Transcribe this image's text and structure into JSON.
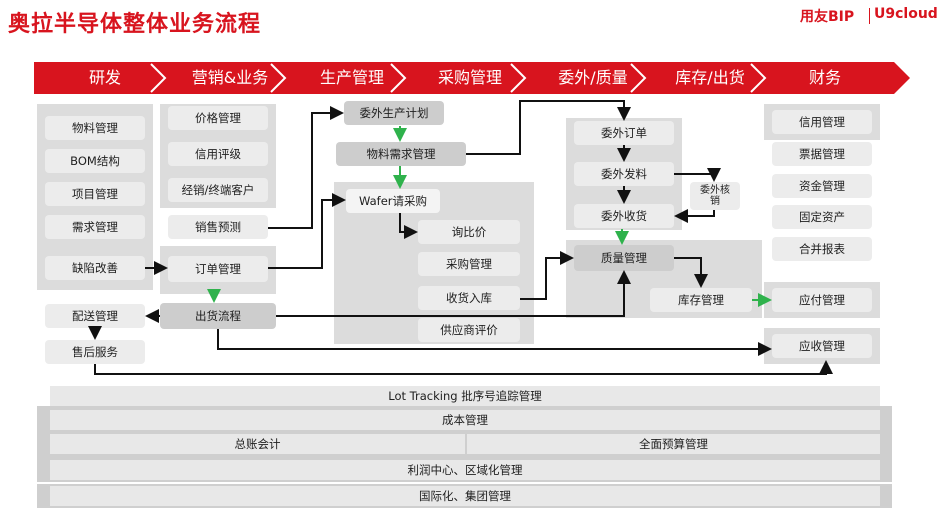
{
  "title": "奥拉半导体整体业务流程",
  "logo": {
    "left": "用友BIP",
    "right": "U9cloud"
  },
  "stages": [
    "研发",
    "营销&业务",
    "生产管理",
    "采购管理",
    "委外/质量",
    "库存/出货",
    "财务"
  ],
  "rd": {
    "items": [
      "物料管理",
      "BOM结构",
      "项目管理",
      "需求管理",
      "缺陷改善"
    ],
    "delivery": "配送管理",
    "aftersales": "售后服务"
  },
  "sales": {
    "items": [
      "价格管理",
      "信用评级",
      "经销/终端客户"
    ],
    "forecast": "销售预测",
    "order": "订单管理",
    "shipment": "出货流程"
  },
  "production": {
    "outsource_plan": "委外生产计划",
    "mrp": "物料需求管理"
  },
  "purchasing": {
    "wafer_request": "Wafer请采购",
    "inquiry": "询比价",
    "purchase": "采购管理",
    "receipt": "收货入库",
    "evaluation": "供应商评价"
  },
  "outsourcing": {
    "order": "委外订单",
    "issue": "委外发料",
    "receipt": "委外收货",
    "writeoff": "委外核销",
    "quality": "质量管理"
  },
  "inventory": {
    "mgmt": "库存管理"
  },
  "finance": {
    "items": [
      "信用管理",
      "票据管理",
      "资金管理",
      "固定资产",
      "合并报表"
    ],
    "payable": "应付管理",
    "receivable": "应收管理"
  },
  "bottom": {
    "lot": "Lot Tracking  批序号追踪管理",
    "cost": "成本管理",
    "gl": "总账会计",
    "budget": "全面预算管理",
    "profit": "利润中心、区域化管理",
    "group": "国际化、集团管理"
  },
  "colors": {
    "brand": "#d8141e",
    "arrow_green": "#2fb24c"
  }
}
